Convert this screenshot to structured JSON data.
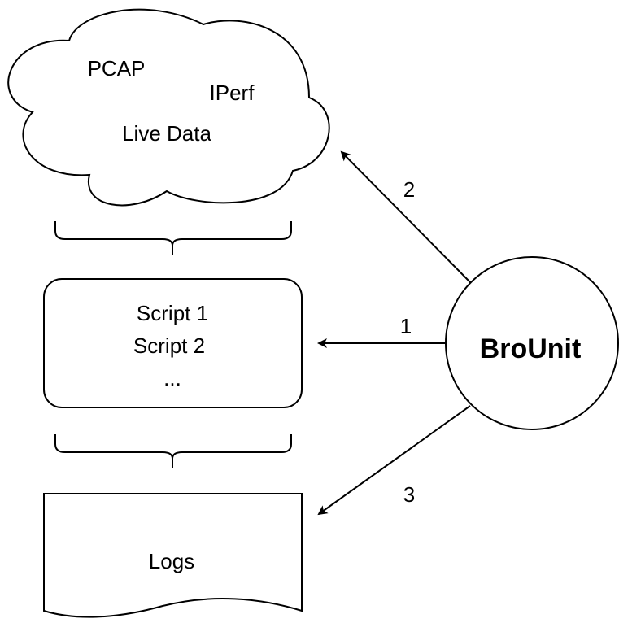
{
  "diagram": {
    "cloud": {
      "items": [
        "PCAP",
        "IPerf",
        "Live Data"
      ]
    },
    "scripts_box": {
      "lines": [
        "Script 1",
        "Script 2",
        "..."
      ]
    },
    "logs": {
      "label": "Logs"
    },
    "brounit": {
      "label": "BroUnit"
    },
    "edges": [
      {
        "from": "BroUnit",
        "to": "Scripts",
        "label": "1"
      },
      {
        "from": "BroUnit",
        "to": "Data sources cloud",
        "label": "2"
      },
      {
        "from": "BroUnit",
        "to": "Logs",
        "label": "3"
      }
    ],
    "colors": {
      "stroke": "#000000",
      "fill": "#ffffff"
    }
  }
}
